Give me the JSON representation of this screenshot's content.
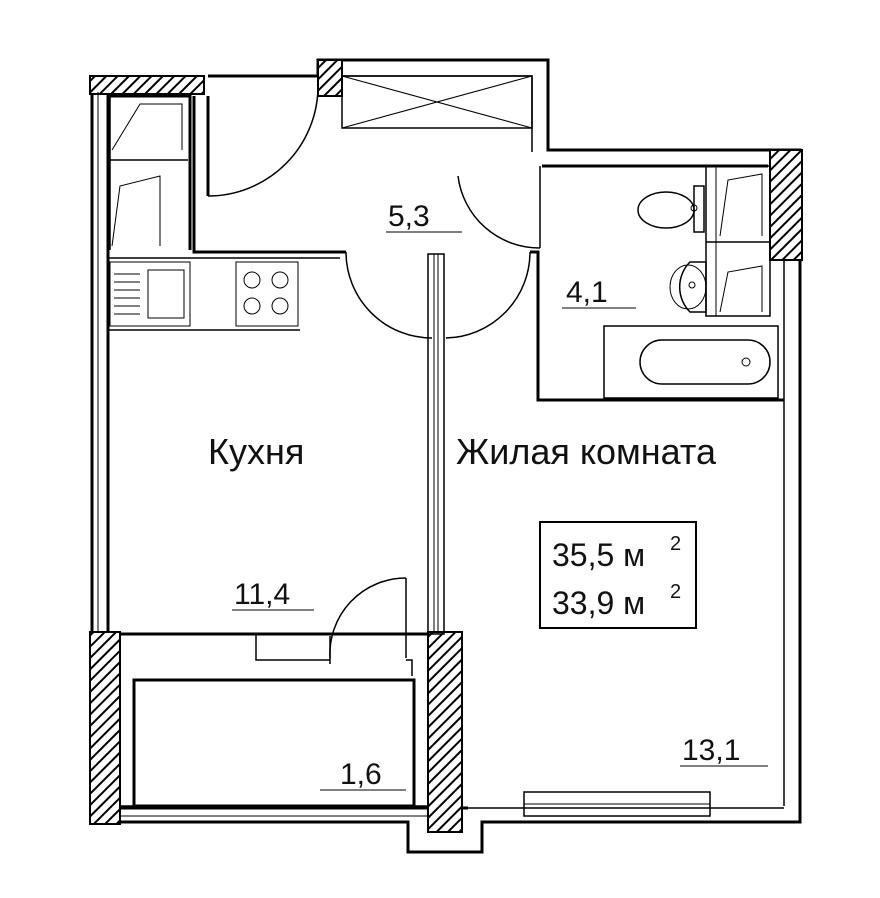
{
  "rooms": {
    "hall_area": "5,3",
    "bathroom_area": "4,1",
    "kitchen_name": "Кухня",
    "kitchen_area": "11,4",
    "living_name": "Жилая комната",
    "living_area": "13,1",
    "balcony_area": "1,6"
  },
  "summary": {
    "total_area": "35,5 м",
    "living_area": "33,9 м",
    "exponent": "2"
  },
  "colors": {
    "line": "#000000",
    "hatch": "#000000",
    "background": "#ffffff"
  }
}
